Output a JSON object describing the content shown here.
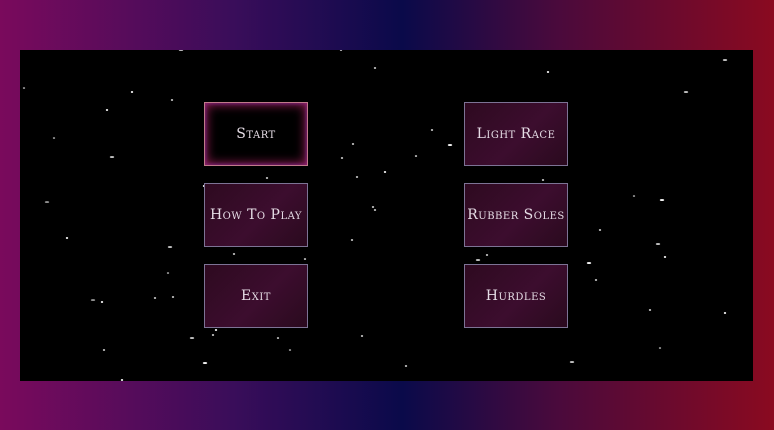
{
  "menu": {
    "left": [
      {
        "label": "Start",
        "selected": true
      },
      {
        "label": "How To Play",
        "selected": false
      },
      {
        "label": "Exit",
        "selected": false
      }
    ],
    "right": [
      {
        "label": "Light Race",
        "selected": false
      },
      {
        "label": "Rubber Soles",
        "selected": false
      },
      {
        "label": "Hurdles",
        "selected": false
      }
    ]
  },
  "colors": {
    "canvas_background": "#000000",
    "button_border": "#7d7395",
    "button_fill": "#3c0d2e",
    "selected_glow": "#c8286e",
    "star": "#ffffff"
  }
}
